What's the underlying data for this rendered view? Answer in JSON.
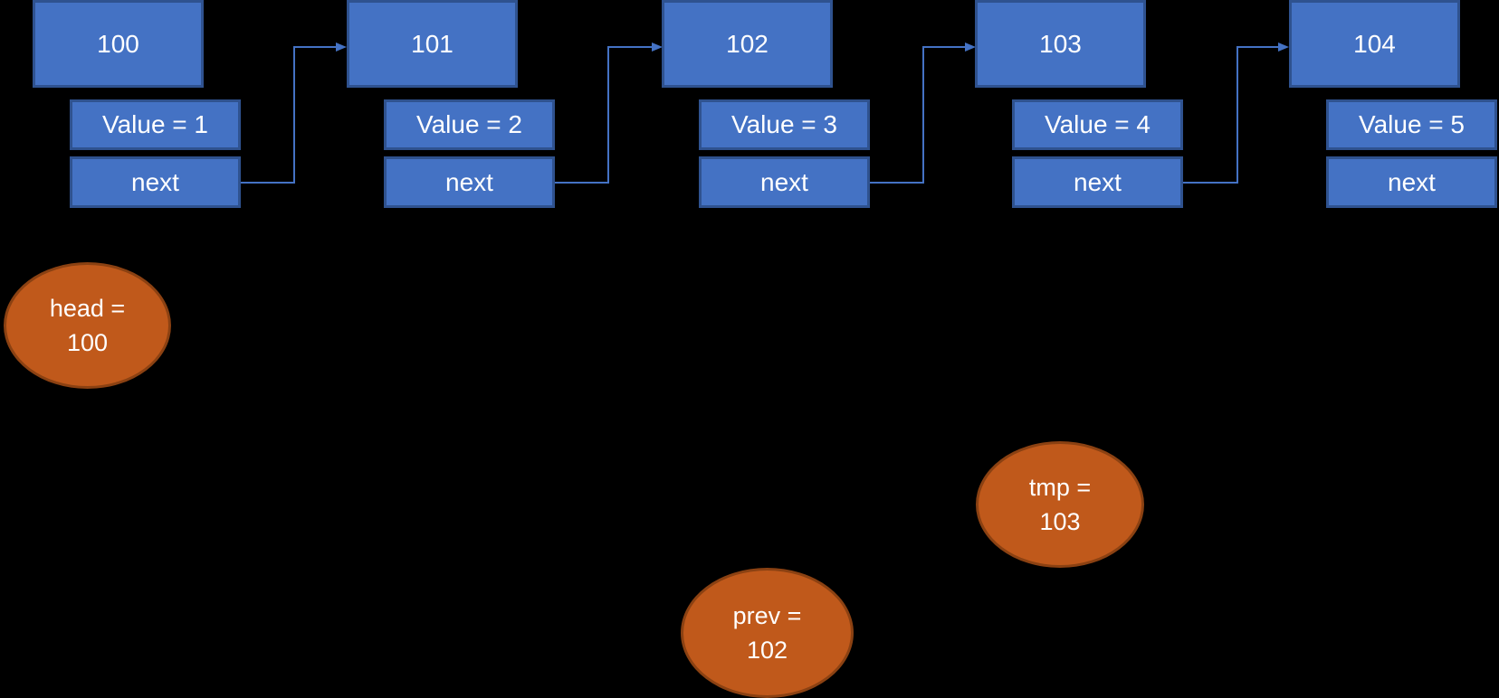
{
  "colors": {
    "background": "#000000",
    "node_fill": "#4472C4",
    "node_border": "#2F528F",
    "connector": "#4472C4",
    "pointer_fill": "#C0591B",
    "pointer_border": "#8B4112",
    "text": "#FFFFFF"
  },
  "nodes": [
    {
      "address": "100",
      "value": "Value = 1",
      "next": "next"
    },
    {
      "address": "101",
      "value": "Value = 2",
      "next": "next"
    },
    {
      "address": "102",
      "value": "Value = 3",
      "next": "next"
    },
    {
      "address": "103",
      "value": "Value = 4",
      "next": "next"
    },
    {
      "address": "104",
      "value": "Value = 5",
      "next": "next"
    }
  ],
  "pointers": [
    {
      "name": "head",
      "line1": "head =",
      "line2": "100"
    },
    {
      "name": "tmp",
      "line1": "tmp =",
      "line2": "103"
    },
    {
      "name": "prev",
      "line1": "prev =",
      "line2": "102"
    }
  ]
}
